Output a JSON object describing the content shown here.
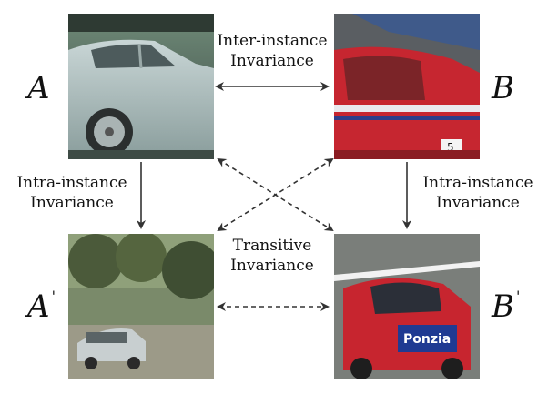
{
  "labels": {
    "a": "A",
    "b": "B",
    "a_prime": "A",
    "b_prime": "B",
    "prime": "'"
  },
  "captions": {
    "inter_line1": "Inter-instance",
    "inter_line2": "Invariance",
    "intra_left_line1": "Intra-instance",
    "intra_left_line2": "Invariance",
    "intra_right_line1": "Intra-instance",
    "intra_right_line2": "Invariance",
    "trans_line1": "Transitive",
    "trans_line2": "Invariance"
  },
  "images": {
    "a": "silver sedan close-up",
    "b": "red rally car close-up",
    "a_prime": "silver sedan on road with trees",
    "b_prime": "red rally car rear view"
  }
}
